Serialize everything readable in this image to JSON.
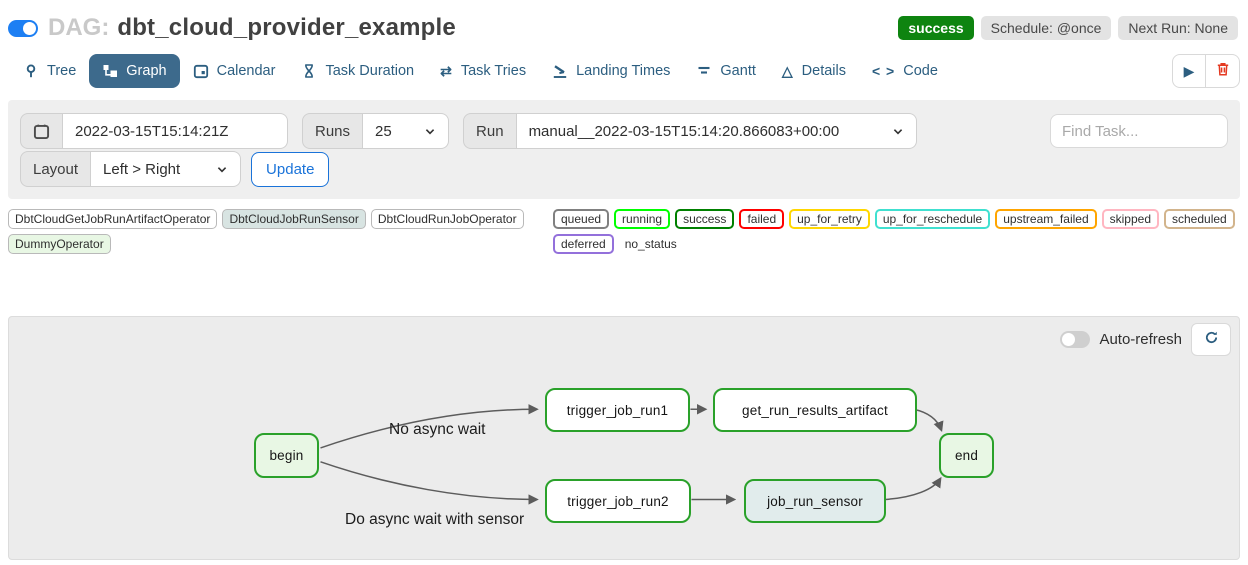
{
  "header": {
    "dag_prefix": "DAG:",
    "dag_title": "dbt_cloud_provider_example",
    "status_badge": "success",
    "schedule_badge": "Schedule: @once",
    "next_run_badge": "Next Run: None"
  },
  "colors": {
    "accent_blue": "#1d7ff3",
    "navy_active_tab": "#3d6a8c",
    "success_green": "#0e8410",
    "trash_red": "#e43921",
    "node_border_green": "#2aa12a"
  },
  "tabs": [
    {
      "label": "Tree"
    },
    {
      "label": "Graph",
      "active": true
    },
    {
      "label": "Calendar"
    },
    {
      "label": "Task Duration"
    },
    {
      "label": "Task Tries"
    },
    {
      "label": "Landing Times"
    },
    {
      "label": "Gantt"
    },
    {
      "label": "Details"
    },
    {
      "label": "Code"
    }
  ],
  "icons": {
    "task_tries": "⇄",
    "details": "△",
    "code": "< >",
    "play": "▶"
  },
  "filters": {
    "date_value": "2022-03-15T15:14:21Z",
    "runs_label": "Runs",
    "runs_value": "25",
    "run_label": "Run",
    "run_value": "manual__2022-03-15T15:14:20.866083+00:00",
    "find_task_placeholder": "Find Task...",
    "layout_label": "Layout",
    "layout_value": "Left > Right",
    "update_label": "Update"
  },
  "legend": {
    "operators": [
      {
        "label": "DbtCloudGetJobRunArtifactOperator",
        "fill": "#ffffff"
      },
      {
        "label": "DbtCloudJobRunSensor",
        "fill": "#d8e4e2"
      },
      {
        "label": "DbtCloudRunJobOperator",
        "fill": "#ffffff"
      },
      {
        "label": "DummyOperator",
        "fill": "#e8f7e4"
      }
    ],
    "statuses": [
      {
        "label": "queued",
        "color": "#808080"
      },
      {
        "label": "running",
        "color": "#00ff00"
      },
      {
        "label": "success",
        "color": "#008000"
      },
      {
        "label": "failed",
        "color": "#ff0000"
      },
      {
        "label": "up_for_retry",
        "color": "#ffd700"
      },
      {
        "label": "up_for_reschedule",
        "color": "#40e0d0"
      },
      {
        "label": "upstream_failed",
        "color": "#ffa500"
      },
      {
        "label": "skipped",
        "color": "#ffb6c1"
      },
      {
        "label": "scheduled",
        "color": "#d2b48c"
      },
      {
        "label": "deferred",
        "color": "#9370db"
      }
    ],
    "no_status_label": "no_status"
  },
  "graph": {
    "auto_refresh_label": "Auto-refresh",
    "nodes": [
      {
        "id": "begin",
        "label": "begin",
        "fill": "#e8f7e4"
      },
      {
        "id": "trigger_job_run1",
        "label": "trigger_job_run1",
        "fill": "#ffffff"
      },
      {
        "id": "get_run_results_artifact",
        "label": "get_run_results_artifact",
        "fill": "#ffffff"
      },
      {
        "id": "end",
        "label": "end",
        "fill": "#e8f7e4"
      },
      {
        "id": "trigger_job_run2",
        "label": "trigger_job_run2",
        "fill": "#ffffff"
      },
      {
        "id": "job_run_sensor",
        "label": "job_run_sensor",
        "fill": "#e1ecec"
      }
    ],
    "edge_labels": [
      {
        "text": "No async wait"
      },
      {
        "text": "Do async wait with sensor"
      }
    ]
  }
}
